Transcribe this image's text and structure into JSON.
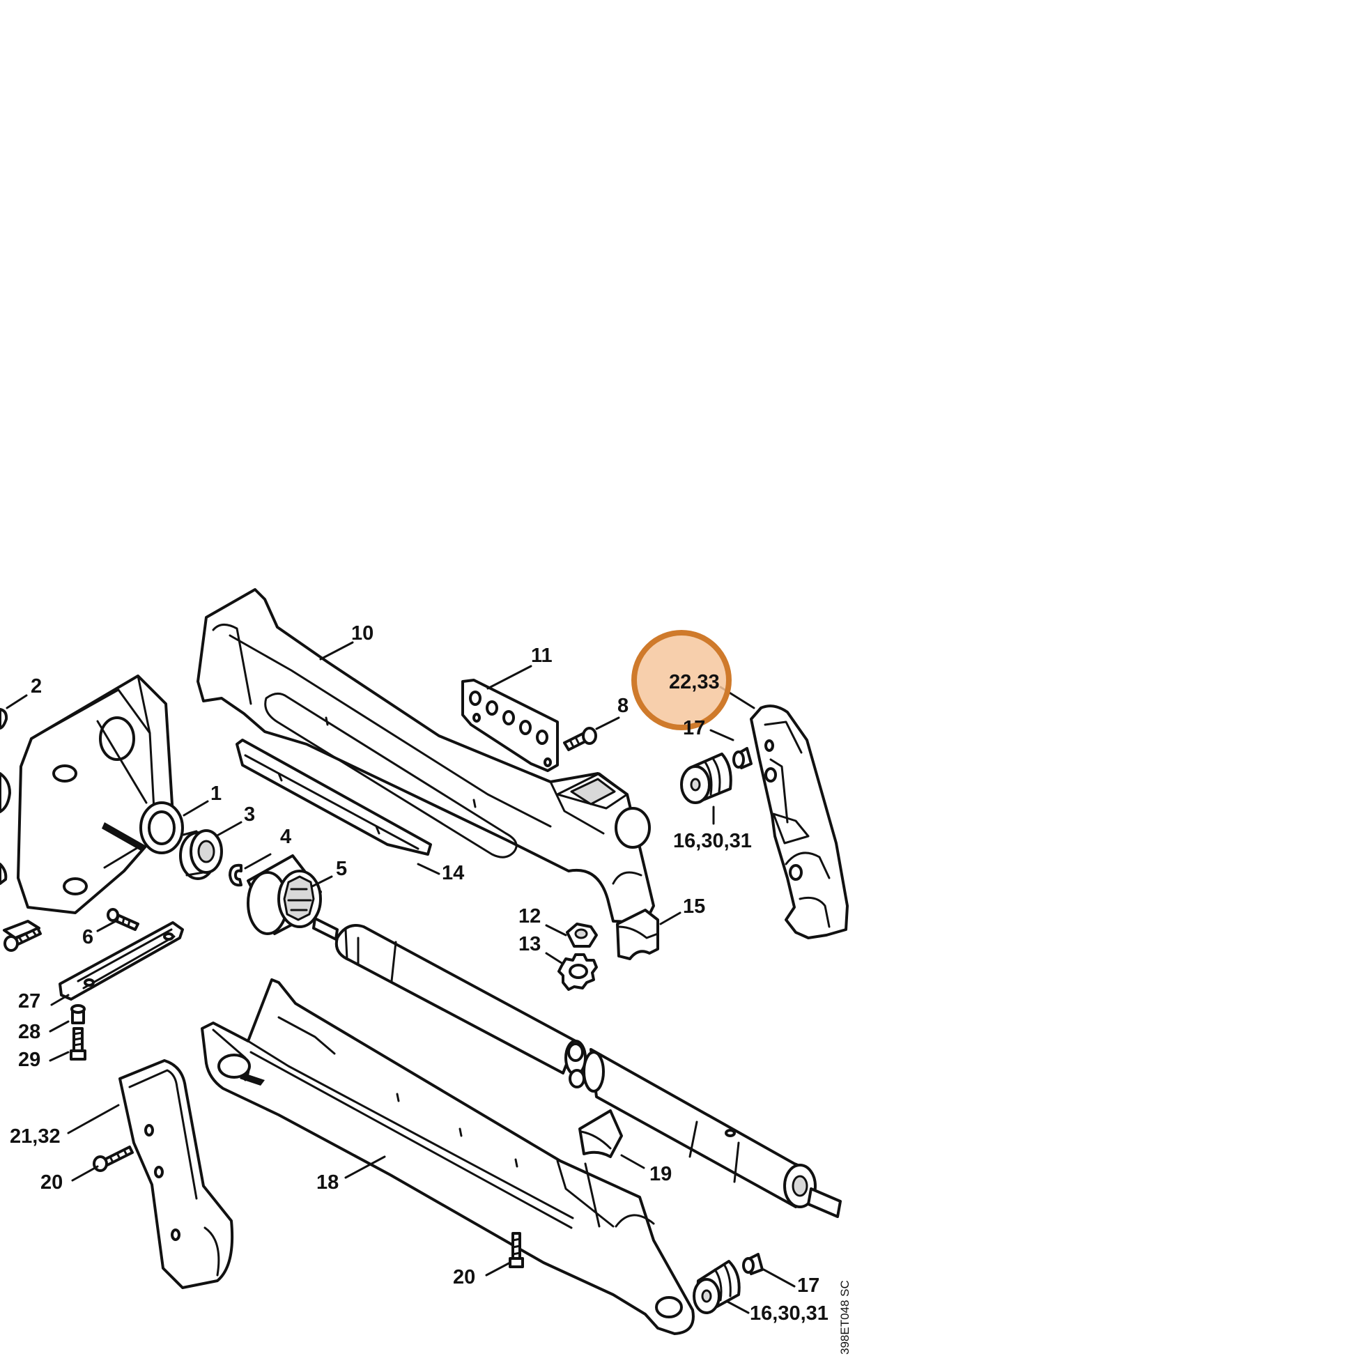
{
  "diagram": {
    "drawing_code": "398ET048 SC",
    "highlight": {
      "label": "22,33",
      "fill": "#f6c79e",
      "stroke": "#cf7a2b"
    },
    "callouts": {
      "c1": "1",
      "c2": "2",
      "c3": "3",
      "c4": "4",
      "c5": "5",
      "c6": "6",
      "c8": "8",
      "c10": "10",
      "c11": "11",
      "c12": "12",
      "c13": "13",
      "c14": "14",
      "c15": "15",
      "c16a": "16,30,31",
      "c16b": "16,30,31",
      "c17a": "17",
      "c17b": "17",
      "c18": "18",
      "c19": "19",
      "c20a": "20",
      "c20b": "20",
      "c21": "21,32",
      "c27": "27",
      "c28": "28",
      "c29": "29"
    }
  }
}
